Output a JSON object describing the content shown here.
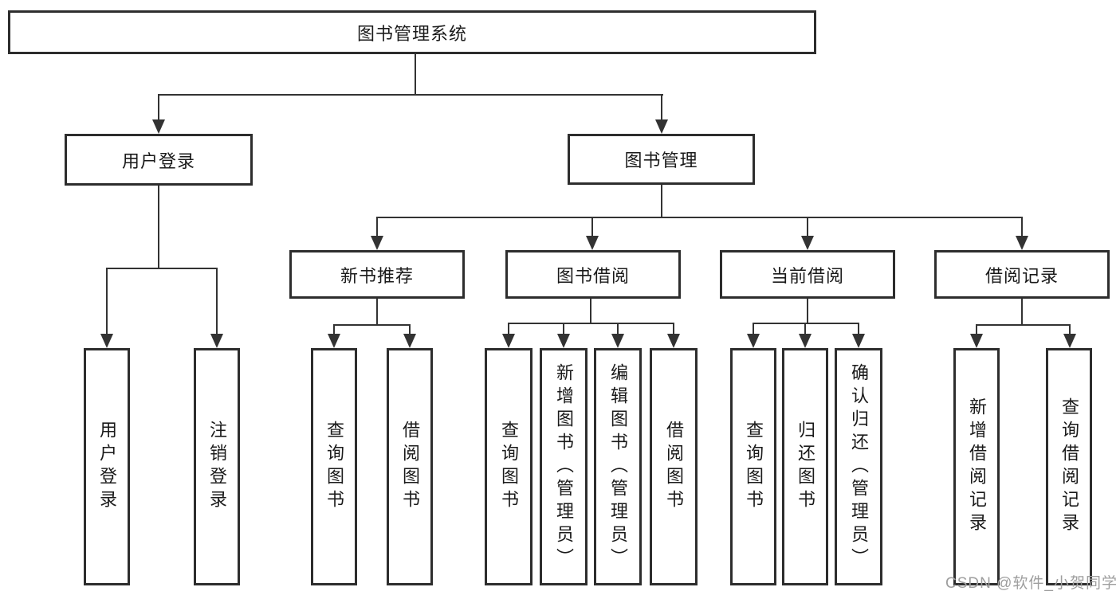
{
  "diagram": {
    "root": {
      "label": "图书管理系统"
    },
    "level2": [
      {
        "label": "用户登录"
      },
      {
        "label": "图书管理"
      }
    ],
    "level3": [
      {
        "label": "新书推荐"
      },
      {
        "label": "图书借阅"
      },
      {
        "label": "当前借阅"
      },
      {
        "label": "借阅记录"
      }
    ],
    "leaves": {
      "user_login": [
        "用户登录",
        "注销登录"
      ],
      "new_book": [
        "查询图书",
        "借阅图书"
      ],
      "book_borrow": [
        "查询图书",
        "新增图书（管理员）",
        "编辑图书（管理员）",
        "借阅图书"
      ],
      "current_borrow": [
        "查询图书",
        "归还图书",
        "确认归还（管理员）"
      ],
      "borrow_records": [
        "新增借阅记录",
        "查询借阅记录"
      ]
    }
  },
  "watermark": {
    "text": "CSDN @软件_小贺同学",
    "color": "#9e9e9e"
  },
  "colors": {
    "background": "#ffffff",
    "box_border": "#2d2d2d",
    "line": "#333333",
    "text": "#1a1a1a"
  }
}
